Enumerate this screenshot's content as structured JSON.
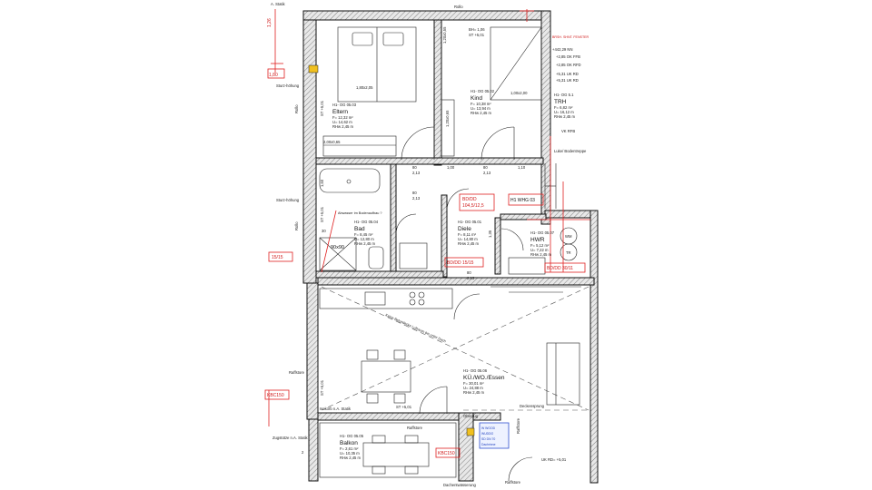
{
  "top_labels": {
    "rollo_top": "Rollo",
    "statik_top": "A. Statik"
  },
  "rooms": {
    "eltern": {
      "code": "H1- OG 05.03",
      "name": "Eltern",
      "f": "F= 12,32 m²",
      "u": "U= 14,62 m",
      "rhw": "RHw 2,45 m",
      "bed": "1,80x2,05",
      "wardrobe": "2,00x0,65"
    },
    "kind": {
      "code": "H1- OG 05.02",
      "name": "Kind",
      "f": "F= 10,38 m²",
      "u": "U= 13,94 m",
      "rhw": "RHw 2,45 m",
      "bed": "1,00x2,00",
      "bh": "BH= 1,06",
      "st": "ST +5,01",
      "desk": "1,20x0,55",
      "side": "1,20x0,65"
    },
    "trh": {
      "code": "H1- OG 5.1",
      "name": "TRH",
      "f": "F= 6,82 m²",
      "u": "U= 16,12 m",
      "rhw": "RHw 2,45 m",
      "levels": [
        "+442,29 NN",
        "+2,85 OK FFB",
        "+2,85 OK RFD",
        "+5,31 UK RD",
        "+5,31 UK RD"
      ]
    },
    "bad": {
      "code": "H1- OG 05.04",
      "name": "Bad",
      "f": "F= 8,45 m²",
      "u": "U= 12,80 m",
      "rhw": "RHw 2,45 m",
      "shower": "90x90",
      "note": "Abwasser im Bodenaufbau ?"
    },
    "diele": {
      "code": "H1- OG 05.01",
      "name": "Diele",
      "f": "F= 8,11 m²",
      "u": "U= 14,80 m",
      "rhw": "RHw 2,45 m"
    },
    "hwr": {
      "code": "H1- OG 05.07",
      "name": "HWR",
      "f": "F= 5,12 m²",
      "u": "U= 7,22 m",
      "rhw": "RHw 2,45 m"
    },
    "kuewo": {
      "code": "H1- OG 05.06",
      "name": "KÜ./WO./Essen",
      "f": "F= 30,01 m²",
      "u": "U= 24,88 m",
      "rhw": "RHw 2,45 m",
      "note": "Keine Betondecke Luftraum bis unter Dach",
      "sprung": "Deckensprung",
      "st": "ST +5,01"
    },
    "balkon": {
      "code": "H1- OG 05.05",
      "name": "Balkon",
      "f": "F= 2,61 m²",
      "u": "U= 10,35 m",
      "rhw": "RHw 2,45 m"
    }
  },
  "dims": {
    "d80a": "80",
    "d213a": "2,13",
    "d100": "1,00",
    "d80b": "80",
    "d213b": "2,13",
    "d110": "1,10",
    "d80c": "80",
    "d213c": "2,13",
    "d80d": "80",
    "d213d": "2,13",
    "d30": "30",
    "d160": "1,60",
    "d135": "1,35",
    "d2": "2"
  },
  "tags": {
    "bd1": "BD/DD",
    "bd1b": "104,5/12,5",
    "whg": "H1 WHG 03",
    "bd2": "BD/DD 15/15",
    "bd3": "BD/DD 30/11",
    "kbc1": "KBC150",
    "kbc2": "KBC150",
    "left_red": "15/15",
    "red_small1": "1,80",
    "red_small2": "1,26"
  },
  "annotations": {
    "st_a": "ST +5,01",
    "st_b": "ST +5,01",
    "rollo_a": "Rollo",
    "rollo_b": "Rollo",
    "raff_a": "Raffstore",
    "raff_b": "Raffstore",
    "raff_c": "Raffstore",
    "raff_d": "Raffstore",
    "isokorb": "Isokorb n.A. Statik",
    "zug": "Zugstütze n.A. Statik",
    "luke": "Luke/ Bodentreppe",
    "vk": "VK RFB",
    "ukrd": "UK RD= +5,01",
    "oberzug": "Oberzug",
    "dachent": "Dachentwässerung",
    "sturz": "Sturz-höhung",
    "sturz2": "Sturz-höhung",
    "brand": "BRSH. SHNT. FENSTER",
    "wm": "WM",
    "tr": "TR"
  },
  "blue_box": [
    "W WOOD",
    "WUDDO",
    "SD DN 70",
    "Dachrinne"
  ]
}
